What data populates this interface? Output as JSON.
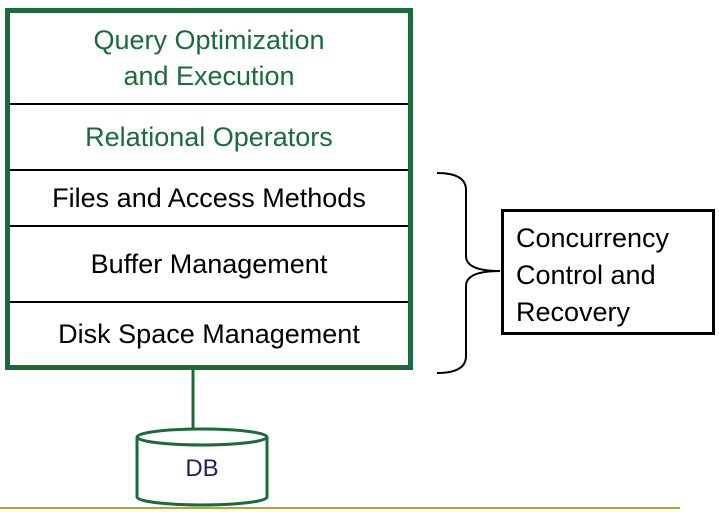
{
  "layers": [
    {
      "label": "Query Optimization\nand Execution",
      "color": "#1a6b3a"
    },
    {
      "label": "Relational Operators",
      "color": "#1a6b3a"
    },
    {
      "label": "Files and Access Methods",
      "color": "#000000"
    },
    {
      "label": "Buffer Management",
      "color": "#000000"
    },
    {
      "label": "Disk Space Management",
      "color": "#000000"
    }
  ],
  "side_box": {
    "label": "Concurrency\nControl and\nRecovery"
  },
  "database": {
    "label": "DB"
  },
  "colors": {
    "frame": "#1a6b3a",
    "db_text": "#2a1a5e",
    "footer_line": "#b8a42a"
  }
}
